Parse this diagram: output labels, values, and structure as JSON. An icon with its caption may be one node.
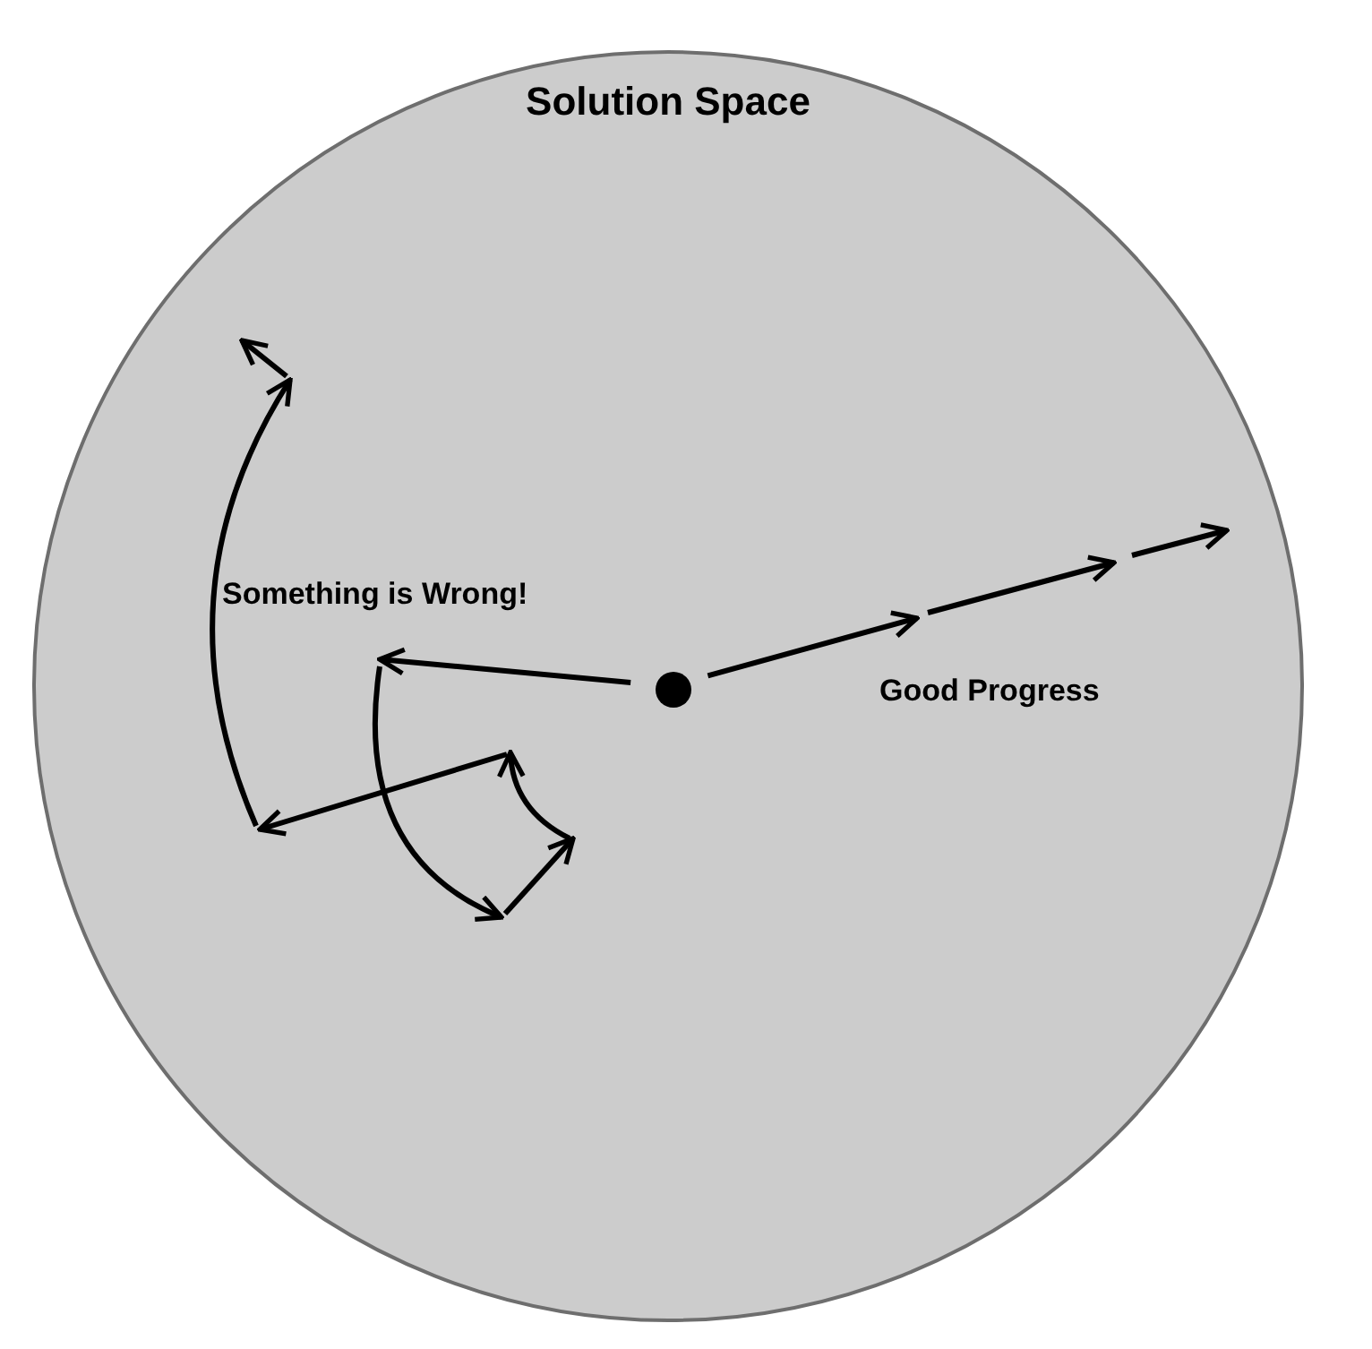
{
  "diagram": {
    "nodes": [
      {
        "text": [
          "Solution Space"
        ]
      },
      {
        "text": [],
        "shape": "circle",
        "in": 0
      }
    ],
    "edges": [
      {
        "from": 1,
        "to": null,
        "arrow": "to"
      },
      {
        "from": 1,
        "to": null,
        "arrow": "to"
      }
    ],
    "labels": [
      "Something is Wrong!",
      "Good Progress"
    ]
  }
}
